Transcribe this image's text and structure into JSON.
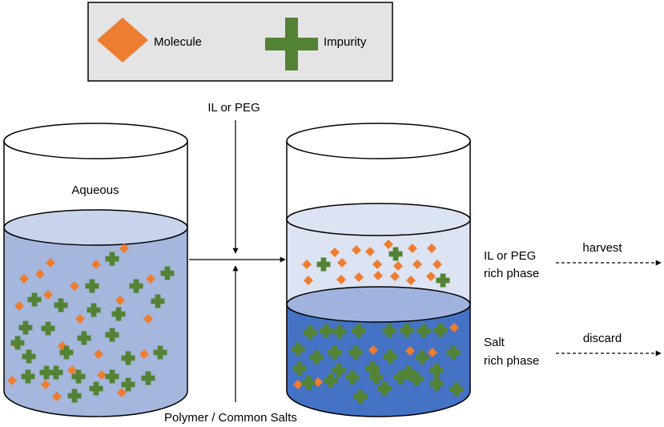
{
  "legend": {
    "molecule_label": "Molecule",
    "impurity_label": "Impurity",
    "molecule_shape": "orange-diamond",
    "impurity_shape": "green-plus"
  },
  "inputs": {
    "top_label": "IL or PEG",
    "bottom_label": "Polymer / Common Salts"
  },
  "left_vessel": {
    "label": "Aqueous"
  },
  "right_vessel": {
    "top_phase_label_1": "IL or PEG",
    "top_phase_label_2": "rich phase",
    "bottom_phase_label_1": "Salt",
    "bottom_phase_label_2": "rich phase"
  },
  "outputs": {
    "top_action": "harvest",
    "bottom_action": "discard"
  },
  "colors": {
    "molecule": "#ED7D31",
    "impurity": "#548235",
    "aqueous_liquid": "#A5B7DD",
    "aqueous_surface": "#C8D3EC",
    "top_phase": "#DCE3F2",
    "bottom_phase": "#4472C4",
    "bottom_surface": "#A0B3DE",
    "legend_bg": "#E4E4E4"
  }
}
